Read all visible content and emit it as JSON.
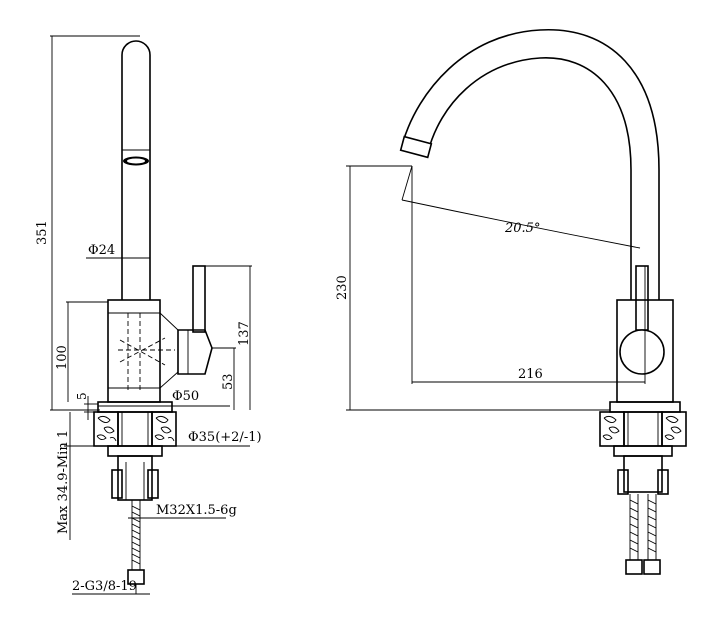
{
  "side_view": {
    "dim_height_total": "351",
    "dim_diameter_spout": "Φ24",
    "dim_body_height": "100",
    "dim_lever_height": "137",
    "dim_base_offset": "5",
    "dim_base_diameter": "Φ50",
    "dim_lever_base": "53",
    "dim_mount_hole": "Φ35(+2/-1)",
    "dim_counter_thickness": "Max 34.9-Min 1",
    "dim_thread": "M32X1.5-6g",
    "dim_hose_connection": "2-G3/8-19"
  },
  "front_view": {
    "dim_spout_height": "230",
    "dim_spout_reach": "216",
    "dim_angle": "20.5°"
  }
}
